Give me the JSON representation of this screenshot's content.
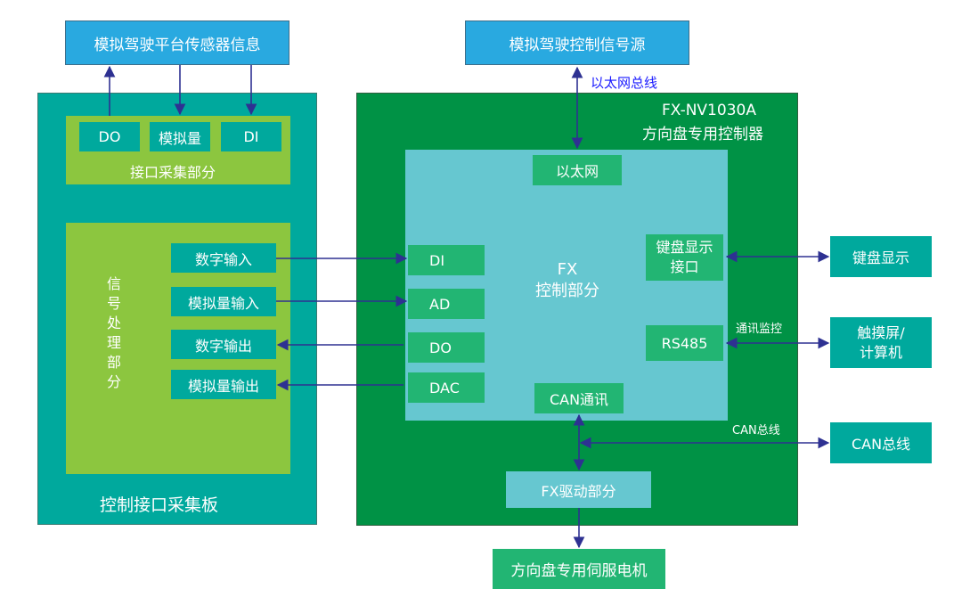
{
  "top": {
    "sensor_info": "模拟驾驶平台传感器信息",
    "control_source": "模拟驾驶控制信号源",
    "ethernet_bus_label": "以太网总线"
  },
  "left_board": {
    "title": "控制接口采集板",
    "interface_section": {
      "title": "接口采集部分",
      "ports": [
        "DO",
        "模拟量",
        "DI"
      ]
    },
    "signal_section": {
      "title_vertical": [
        "信",
        "号",
        "处",
        "理",
        "部",
        "分"
      ],
      "io": [
        "数字输入",
        "模拟量输入",
        "数字输出",
        "模拟量输出"
      ]
    }
  },
  "controller": {
    "model": "FX-NV1030A",
    "name": "方向盘专用控制器",
    "core": {
      "title_line1": "FX",
      "title_line2": "控制部分",
      "ethernet": "以太网",
      "left_ports": [
        "DI",
        "AD",
        "DO",
        "DAC"
      ],
      "keyboard_iface_line1": "键盘显示",
      "keyboard_iface_line2": "接口",
      "rs485": "RS485",
      "can_comm": "CAN通讯"
    },
    "drive": "FX驱动部分",
    "comm_monitor_label": "通讯监控",
    "can_bus_label": "CAN总线"
  },
  "external": {
    "keyboard_display": "键盘显示",
    "touch_line1": "触摸屏/",
    "touch_line2": "计算机",
    "can_bus": "CAN总线",
    "servo_motor": "方向盘专用伺服电机"
  },
  "colors": {
    "arrow": "#2e3192",
    "ethernet_label": "#1a1aff"
  }
}
